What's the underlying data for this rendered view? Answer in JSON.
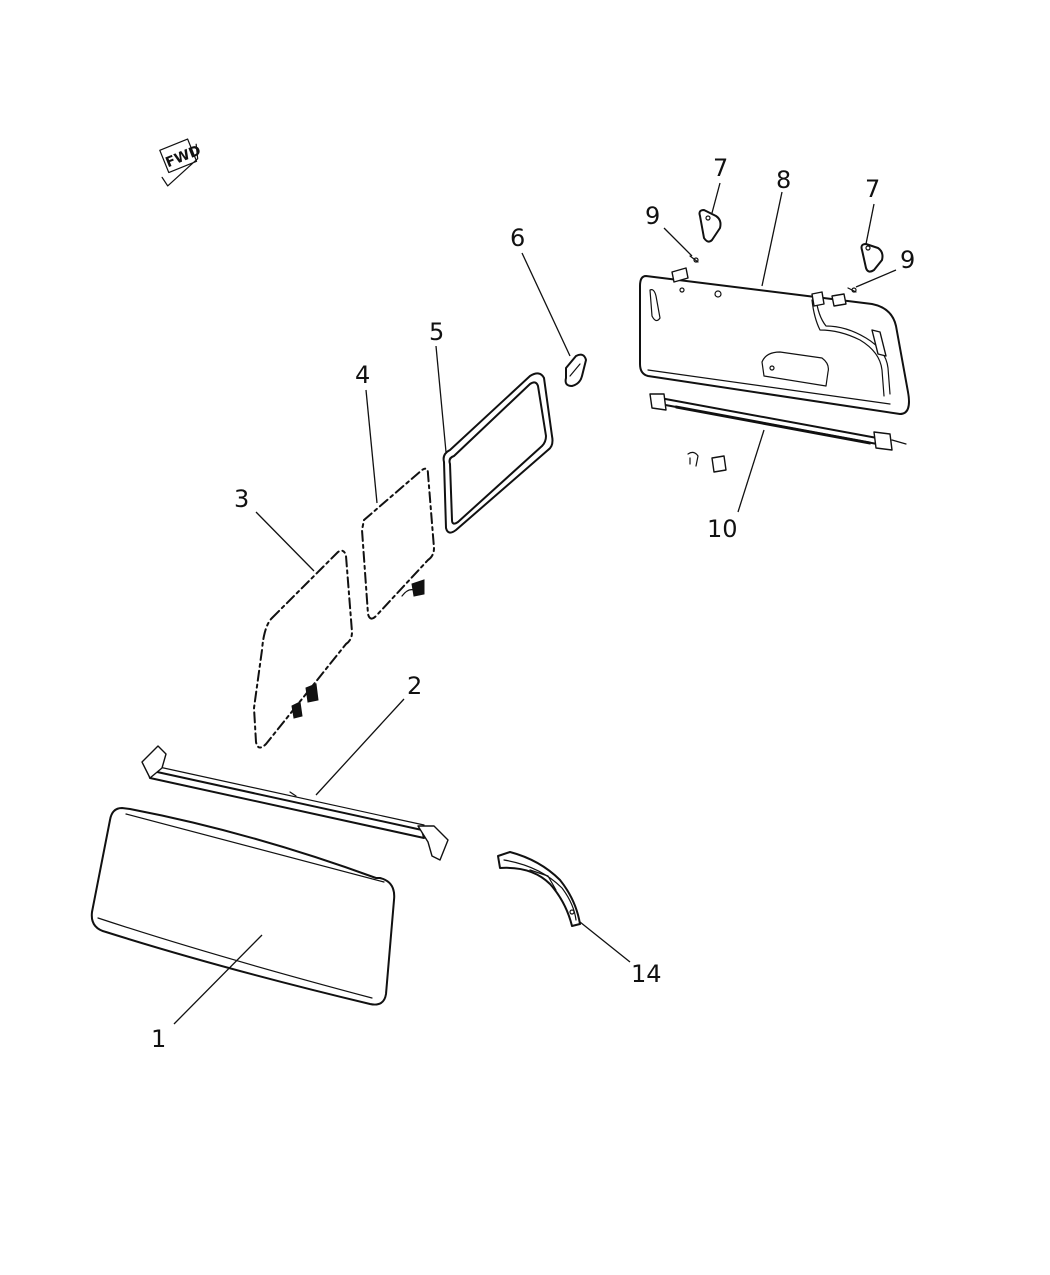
{
  "orientation_badge": {
    "text": "FWD",
    "icon": "fwd-arrow-icon"
  },
  "callouts": {
    "c1": "1",
    "c2": "2",
    "c3": "3",
    "c4": "4",
    "c5": "5",
    "c6": "6",
    "c7a": "7",
    "c7b": "7",
    "c8": "8",
    "c9a": "9",
    "c9b": "9",
    "c10": "10",
    "c14": "14"
  }
}
